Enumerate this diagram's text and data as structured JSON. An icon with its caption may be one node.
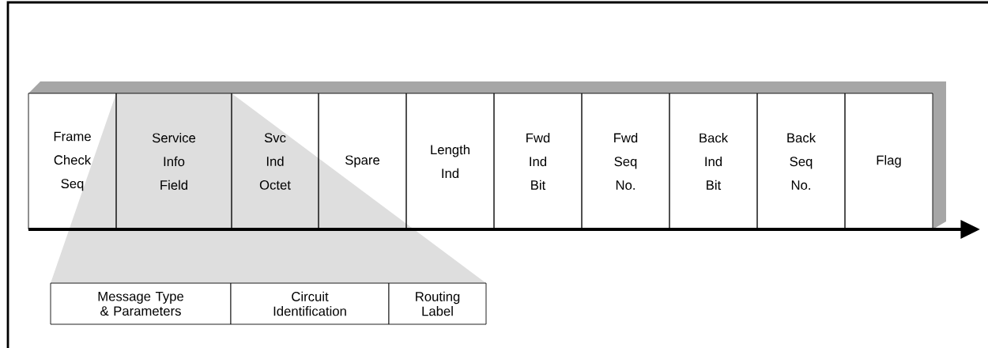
{
  "diagram": {
    "nodes": [
      {
        "text": [
          "Frame Check Seq"
        ]
      },
      {
        "text": [
          "Service Info Field"
        ]
      },
      {
        "text": [
          "Svc Ind Octet"
        ]
      },
      {
        "text": [
          "Spare"
        ]
      },
      {
        "text": [
          "Length Ind"
        ]
      },
      {
        "text": [
          "Fwd Ind Bit"
        ]
      },
      {
        "text": [
          "Fwd Seq No."
        ]
      },
      {
        "text": [
          "Back Ind Bit"
        ]
      },
      {
        "text": [
          "Back Seq No."
        ]
      },
      {
        "text": [
          "Flag"
        ]
      },
      {
        "text": [
          "Message Type & Parameters"
        ]
      },
      {
        "text": [
          "Circuit Identification"
        ]
      },
      {
        "text": [
          "Routing Label"
        ]
      }
    ]
  }
}
